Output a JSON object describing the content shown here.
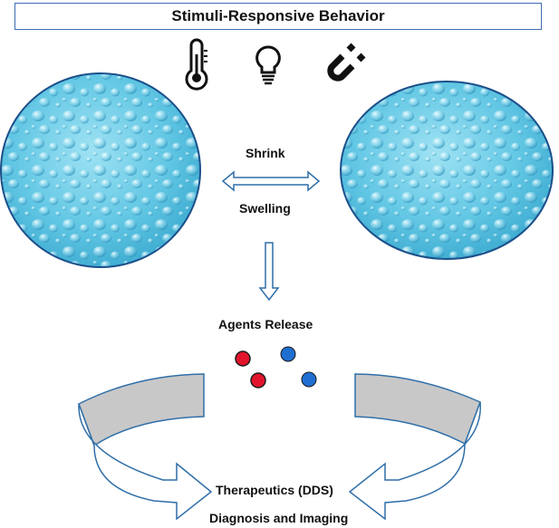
{
  "title": "Stimuli-Responsive Behavior",
  "stimuli_icons": [
    "thermometer-icon",
    "lightbulb-icon",
    "magnet-icon"
  ],
  "transition": {
    "top_label": "Shrink",
    "bottom_label": "Swelling"
  },
  "release_label": "Agents Release",
  "outcomes": [
    "Therapeutics (DDS)",
    "Diagnosis and Imaging"
  ],
  "colors": {
    "frame": "#3b6db3",
    "hydrogel": "#5fc6e4",
    "agent_red": "#e2142b",
    "agent_blue": "#1f6fd0",
    "arrow_outline": "#2f6fa8",
    "cycle_inner": "#c8c8c8"
  }
}
